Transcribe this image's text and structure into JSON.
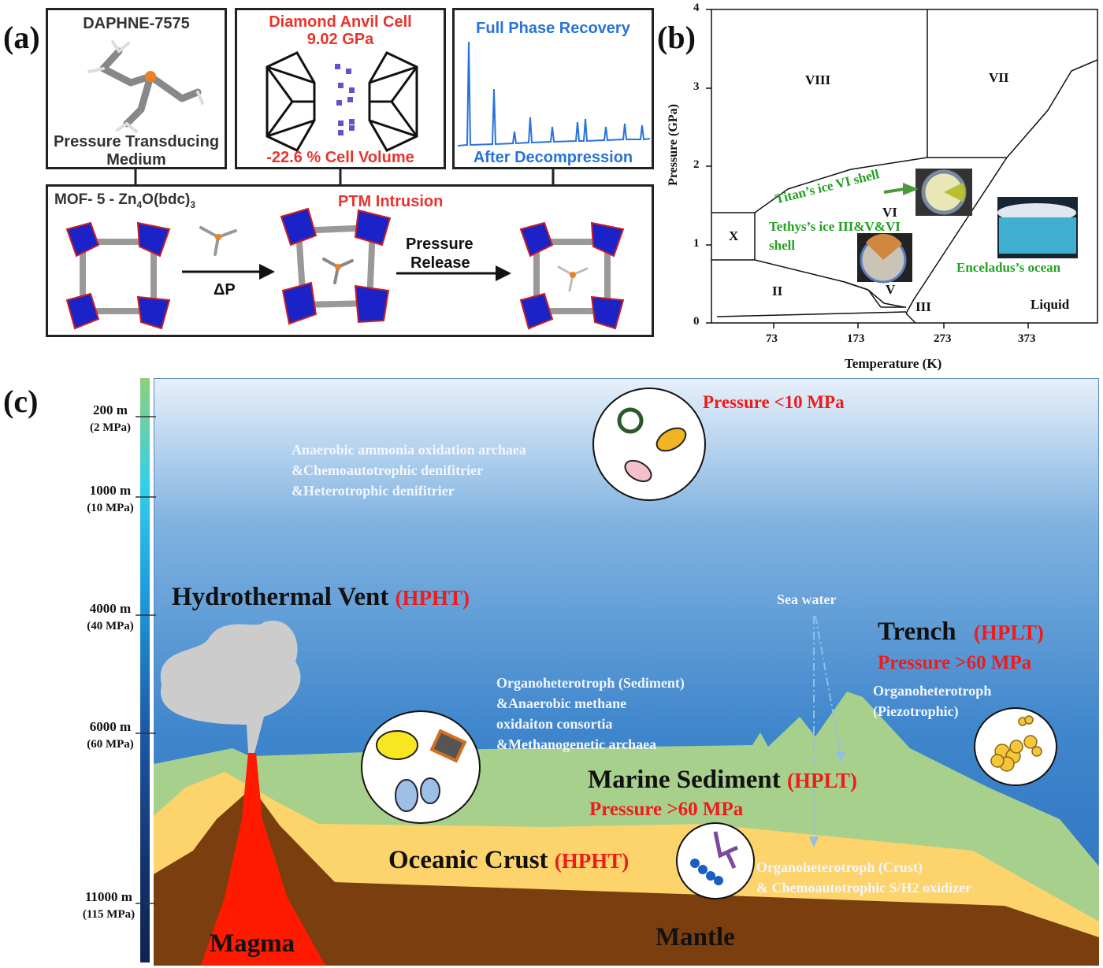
{
  "panel_a": {
    "label": "(a)",
    "box1": {
      "title": "DAPHNE-7575",
      "caption_line1": "Pressure Transducing",
      "caption_line2": "Medium"
    },
    "box2": {
      "title_line1": "Diamond Anvil Cell",
      "title_line2": "9.02 GPa",
      "caption": "-22.6 % Cell Volume"
    },
    "box3": {
      "title": "Full Phase Recovery",
      "caption": "After Decompression"
    },
    "bottom": {
      "mof_label": "MOF- 5 - Zn",
      "mof_sub1": "4",
      "mof_mid": "O(bdc)",
      "mof_sub2": "3",
      "intrusion_label": "PTM Intrusion",
      "arrow1_label": "ΔP",
      "arrow2_label_line1": "Pressure",
      "arrow2_label_line2": "Release"
    },
    "colors": {
      "red": "#e8342c",
      "blue": "#2873d8",
      "mof_blue": "#1a22c8"
    }
  },
  "panel_b": {
    "label": "(b)",
    "ylabel": "Pressure (GPa)",
    "xlabel": "Temperature (K)",
    "y_ticks": [
      "0",
      "1",
      "2",
      "3",
      "4"
    ],
    "x_ticks": [
      "73",
      "173",
      "273",
      "373"
    ],
    "phases": [
      "VIII",
      "VII",
      "VI",
      "X",
      "II",
      "V",
      "III",
      "Liquid"
    ],
    "annotations": {
      "titan": "Titan’s ice VI shell",
      "tethys_line1": "Tethys’s ice III&V&VI",
      "tethys_line2": "shell",
      "enceladus": "Enceladus’s ocean"
    }
  },
  "panel_c": {
    "label": "(c)",
    "depth_scale": [
      {
        "depth": "200 m",
        "pressure": "(2 MPa)"
      },
      {
        "depth": "1000 m",
        "pressure": "(10 MPa)"
      },
      {
        "depth": "4000 m",
        "pressure": "(40 MPa)"
      },
      {
        "depth": "6000 m",
        "pressure": "(60 MPa)"
      },
      {
        "depth": "11000 m",
        "pressure": "(115 MPa)"
      }
    ],
    "top_pressure": "Pressure <10 MPa",
    "top_microbes": [
      "Anaerobic ammonia oxidation archaea",
      "&Chemoautotrophic denifitrier",
      "&Heterotrophic denifitrier"
    ],
    "hydrothermal": {
      "name": "Hydrothermal Vent",
      "tag": "(HPHT)"
    },
    "sea_water": "Sea water",
    "trench": {
      "name": "Trench",
      "tag": "(HPLT)",
      "pressure": "Pressure >60 MPa",
      "microbes": [
        "Organoheterotroph",
        "(Piezotrophic)"
      ]
    },
    "sediment_microbes": [
      "Organoheterotroph (Sediment)",
      "&Anaerobic methane",
      "oxidaiton consortia",
      "&Methanogenetic archaea"
    ],
    "sediment": {
      "name": "Marine Sediment",
      "tag": "(HPLT)",
      "pressure": "Pressure >60 MPa"
    },
    "crust": {
      "name": "Oceanic Crust",
      "tag": "(HPHT)",
      "microbes": [
        "Organoheterotroph (Crust)",
        "& Chemoautotrophic S/H2 oxidizer"
      ]
    },
    "magma": "Magma",
    "mantle": "Mantle",
    "colors": {
      "sediment": "#a8d08d",
      "crust": "#fdd36b",
      "mantle": "#7a3e0f",
      "magma": "#ff1a00",
      "tag_red": "#ee1c1c"
    }
  }
}
